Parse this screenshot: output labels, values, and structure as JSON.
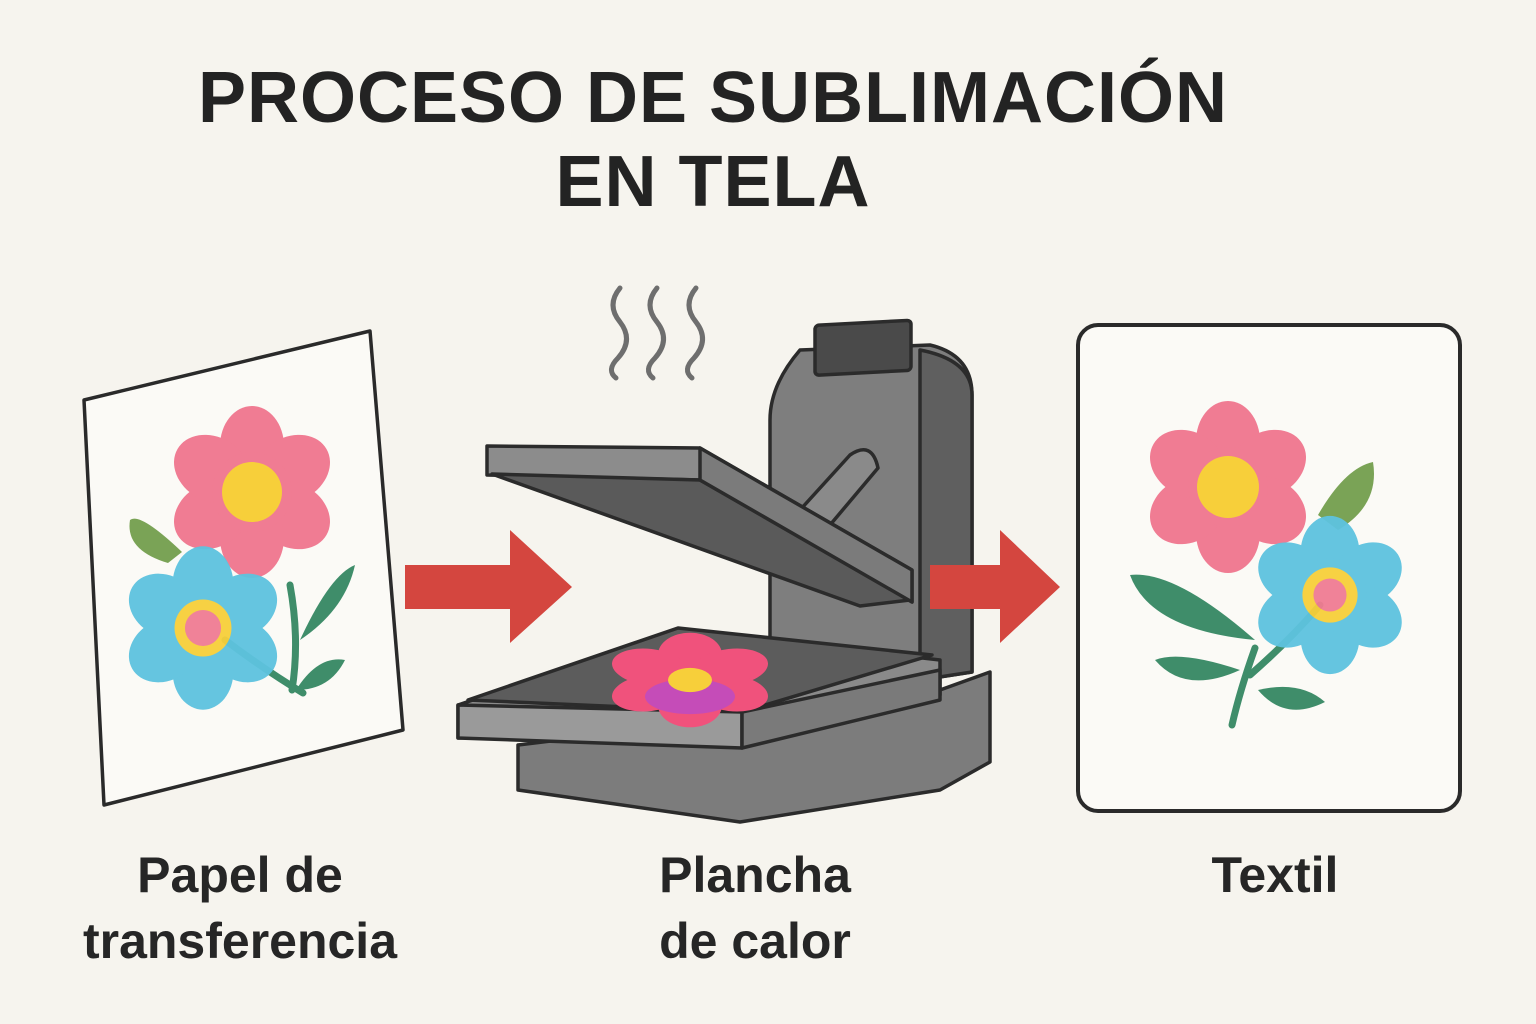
{
  "title": {
    "line1": "PROCESO DE SUBLIMACIÓN",
    "line2": "EN TELA"
  },
  "steps": [
    {
      "line1": "Papel de",
      "line2": "transferencia"
    },
    {
      "line1": "Plancha",
      "line2": "de calor"
    },
    {
      "line1": "Textil",
      "line2": ""
    }
  ],
  "icons": [
    "transfer-paper",
    "arrow-right",
    "steam",
    "heat-press",
    "arrow-right",
    "textile-frame",
    "flower"
  ],
  "colors": {
    "background": "#f6f4ee",
    "arrow": "#d4463f",
    "press": "#6b6b6b",
    "pink_petal": "#f07c93",
    "blue_petal": "#5ec3df",
    "flower_center": "#f7cf3a",
    "leaf_green": "#3f8d6a",
    "leaf_olive": "#7aa356"
  }
}
